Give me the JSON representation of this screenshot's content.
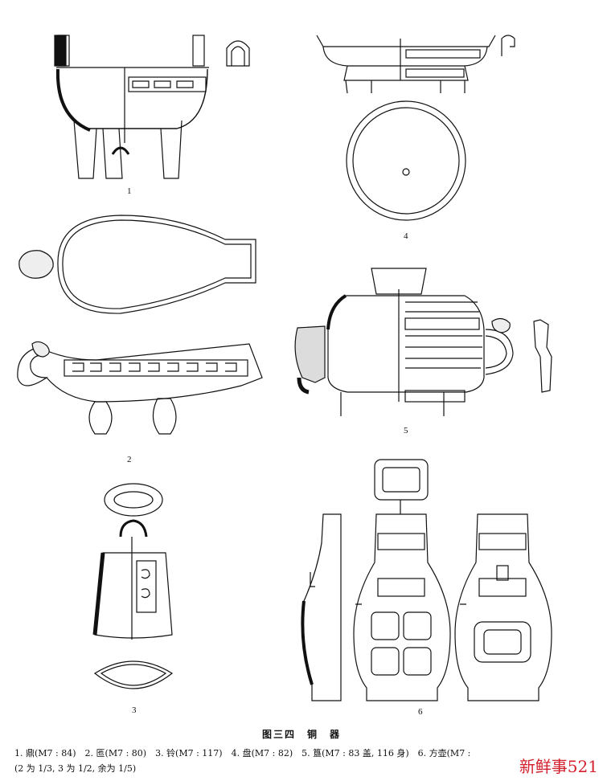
{
  "figure": {
    "labels": [
      "1",
      "2",
      "3",
      "4",
      "5",
      "6"
    ],
    "title": "图三四　铜　器",
    "caption_line1": "1. 鼎(M7 : 84)　2. 匜(M7 : 80)　3. 铃(M7 : 117)　4. 盘(M7 : 82)　5. 簋(M7 : 83 盖, 116 身)　6. 方壶(M7 :",
    "caption_line2": "(2 为 1/3, 3 为 1/2, 余为 1/5)"
  },
  "watermark": "新鲜事521"
}
